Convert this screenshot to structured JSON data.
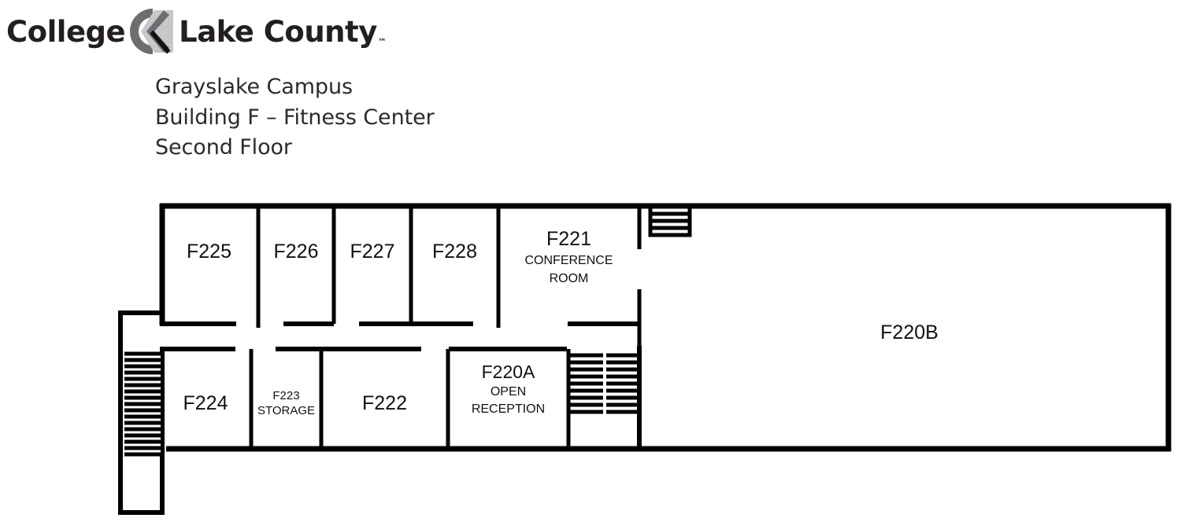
{
  "logo": {
    "word_left": "College",
    "word_right": "Lake County",
    "trademark": "™",
    "mark_name": "clc-c-chevron-logo",
    "color_dark": "#58595b",
    "color_light": "#c7c8ca",
    "color_text": "#231f20"
  },
  "header": {
    "line1": "Grayslake Campus",
    "line2": "Building F – Fitness Center",
    "line3": "Second Floor"
  },
  "floorplan": {
    "stroke_color": "#000000",
    "fill_color": "#ffffff",
    "rooms": [
      {
        "id": "f225",
        "label": "F225"
      },
      {
        "id": "f226",
        "label": "F226"
      },
      {
        "id": "f227",
        "label": "F227"
      },
      {
        "id": "f228",
        "label": "F228"
      },
      {
        "id": "f221",
        "label": "F221",
        "sub1": "CONFERENCE",
        "sub2": "ROOM"
      },
      {
        "id": "f220b",
        "label": "F220B"
      },
      {
        "id": "f224",
        "label": "F224"
      },
      {
        "id": "f223",
        "label": "F223",
        "sub1": "STORAGE"
      },
      {
        "id": "f222",
        "label": "F222"
      },
      {
        "id": "f220a",
        "label": "F220A",
        "sub1": "OPEN",
        "sub2": "RECEPTION"
      }
    ],
    "stairs": [
      {
        "id": "stair-north",
        "name": "north-stairwell",
        "steps": 4
      },
      {
        "id": "stair-west",
        "name": "west-stairwell",
        "steps": 17
      },
      {
        "id": "stair-center-left",
        "name": "center-stairwell-left-flight",
        "steps": 9
      },
      {
        "id": "stair-center-right",
        "name": "center-stairwell-right-flight",
        "steps": 9
      }
    ]
  }
}
